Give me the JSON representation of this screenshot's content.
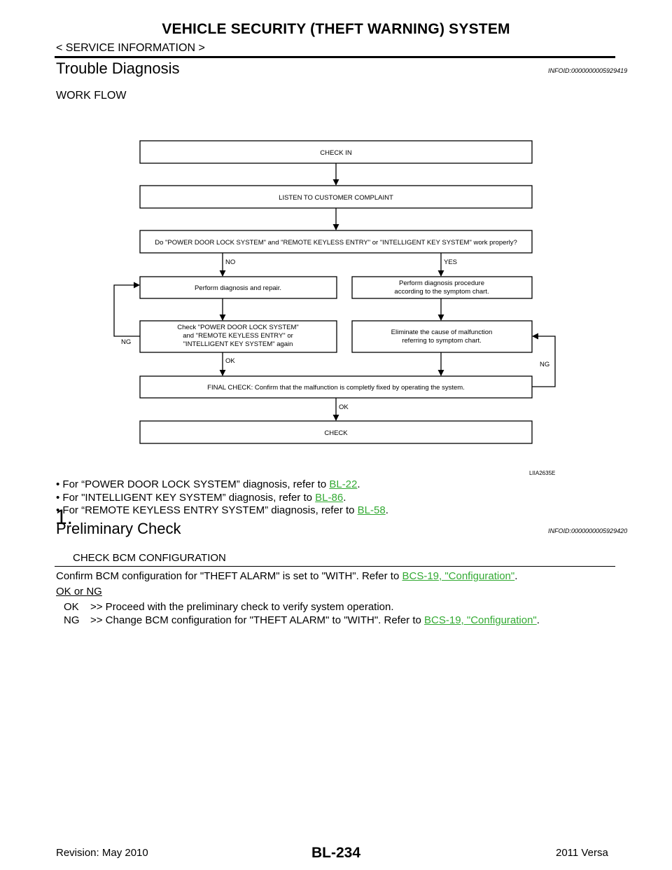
{
  "header": {
    "title": "VEHICLE SECURITY (THEFT WARNING) SYSTEM",
    "breadcrumb": "< SERVICE INFORMATION >"
  },
  "section1": {
    "title": "Trouble Diagnosis",
    "infoid": "INFOID:0000000005929419",
    "subheading": "WORK FLOW"
  },
  "flowchart": {
    "check_in": "CHECK IN",
    "listen": "LISTEN TO CUSTOMER COMPLAINT",
    "question": "Do \"POWER DOOR LOCK SYSTEM\" and \"REMOTE KEYLESS ENTRY\" or \"INTELLIGENT KEY SYSTEM\" work properly?",
    "no_label": "NO",
    "yes_label": "YES",
    "perform_diag_repair": "Perform diagnosis and repair.",
    "perform_procedure_line1": "Perform diagnosis procedure",
    "perform_procedure_line2": "according to the symptom chart.",
    "check_again_line1": "Check \"POWER DOOR LOCK SYSTEM\"",
    "check_again_line2": "and \"REMOTE KEYLESS ENTRY\" or",
    "check_again_line3": "\"INTELLIGENT KEY SYSTEM\" again",
    "eliminate_line1": "Eliminate the cause of malfunction",
    "eliminate_line2": "referring to symptom chart.",
    "ng_left": "NG",
    "ng_right": "NG",
    "ok_left": "OK",
    "ok_bottom": "OK",
    "final_check": "FINAL CHECK: Confirm that the malfunction is completly fixed by operating the system.",
    "check": "CHECK",
    "figure_id": "LIIA2635E"
  },
  "bullets": [
    {
      "prefix": "• For “POWER DOOR LOCK SYSTEM” diagnosis, refer to ",
      "link": "BL-22",
      "suffix": "."
    },
    {
      "prefix": "• For \"INTELLIGENT KEY SYSTEM” diagnosis, refer to ",
      "link": "BL-86",
      "suffix": "."
    },
    {
      "prefix": "• For “REMOTE KEYLESS ENTRY SYSTEM” diagnosis, refer to ",
      "link": "BL-58",
      "suffix": "."
    }
  ],
  "section2": {
    "title": "Preliminary Check",
    "infoid": "INFOID:0000000005929420"
  },
  "step1": {
    "number": "1.",
    "title": "CHECK BCM CONFIGURATION",
    "instruction": "Confirm BCM configuration for \"THEFT ALARM\" is set to \"WITH\". Refer to ",
    "instruction_link": "BCS-19, \"Configuration\"",
    "instruction_suffix": ".",
    "ok_or_ng": "OK or NG",
    "ok_code": "OK",
    "ok_text": ">> Proceed with the preliminary check to verify system operation.",
    "ng_code": "NG",
    "ng_text": ">> Change BCM configuration for \"THEFT ALARM\" to \"WITH\". Refer to ",
    "ng_link": "BCS-19, \"Configuration\"",
    "ng_suffix": "."
  },
  "footer": {
    "revision": "Revision: May 2010",
    "page_number": "BL-234",
    "model": "2011 Versa"
  },
  "colors": {
    "link": "#33aa33",
    "text": "#000000",
    "background": "#ffffff"
  }
}
